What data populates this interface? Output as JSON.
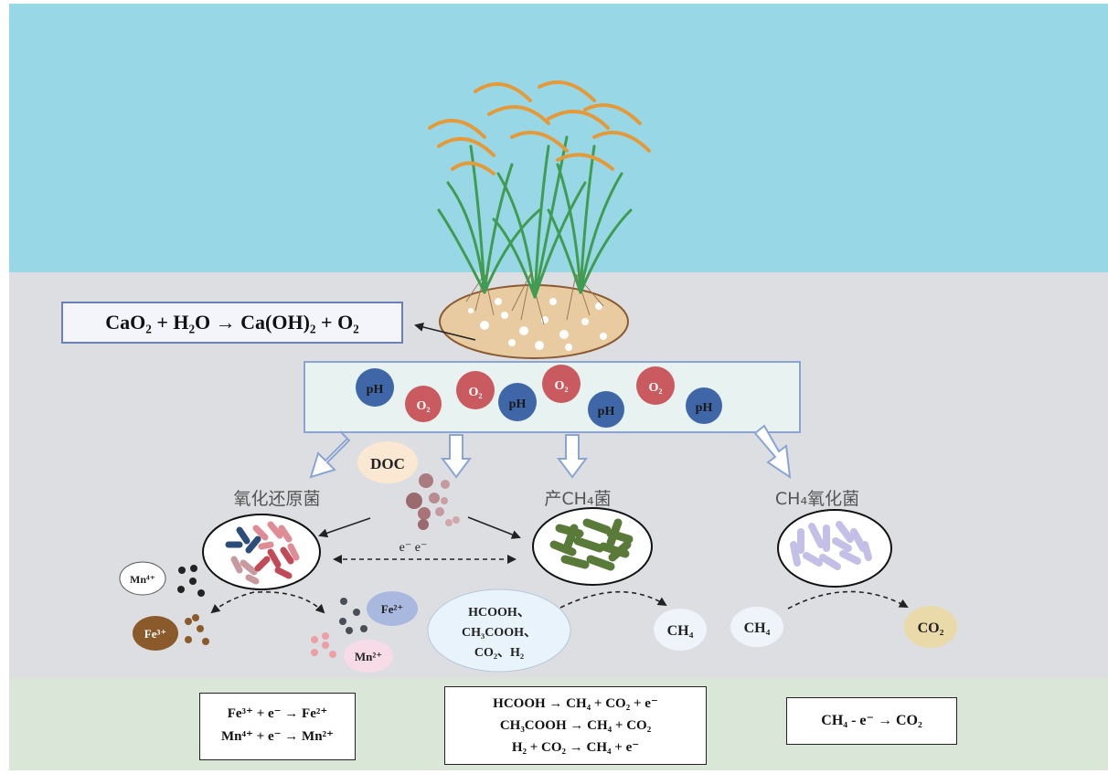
{
  "reaction_top": "CaO₂ + H₂O → Ca(OH)₂ +  O₂",
  "particles": {
    "ph": "pH",
    "o2": "O₂"
  },
  "doc_label": "DOC",
  "electron_label": "e⁻ e⁻",
  "groups": {
    "redox": "氧化还原菌",
    "methanogen": "产CH₄菌",
    "methanotroph": "CH₄氧化菌"
  },
  "ions": {
    "mn4": "Mn⁴⁺",
    "fe3": "Fe³⁺",
    "fe2": "Fe²⁺",
    "mn2": "Mn²⁺"
  },
  "substrates": [
    "HCOOH、",
    "CH₃COOH、",
    "CO₂、H₂"
  ],
  "ch4_product": "CH₄",
  "ch4_input": "CH₄",
  "co2_product": "CO₂",
  "equations": {
    "redox": [
      "Fe³⁺ + e⁻ → Fe²⁺",
      "Mn⁴⁺ + e⁻  → Mn²⁺"
    ],
    "methanogen": [
      "HCOOH → CH₄ + CO₂ + e⁻",
      "CH₃COOH → CH₄ + CO₂",
      "H₂ + CO₂ → CH₄ + e⁻"
    ],
    "methanotroph": [
      "CH₄ - e⁻ → CO₂"
    ]
  },
  "colors": {
    "sky": "#98d8e6",
    "soil": "#dcdee2",
    "bottom_band": "#d9e6d8",
    "ph_blue": "#3f67a8",
    "o2_red": "#c95a60",
    "layer_fill": "#e8f3f1",
    "layer_border": "#8aa4d4"
  }
}
